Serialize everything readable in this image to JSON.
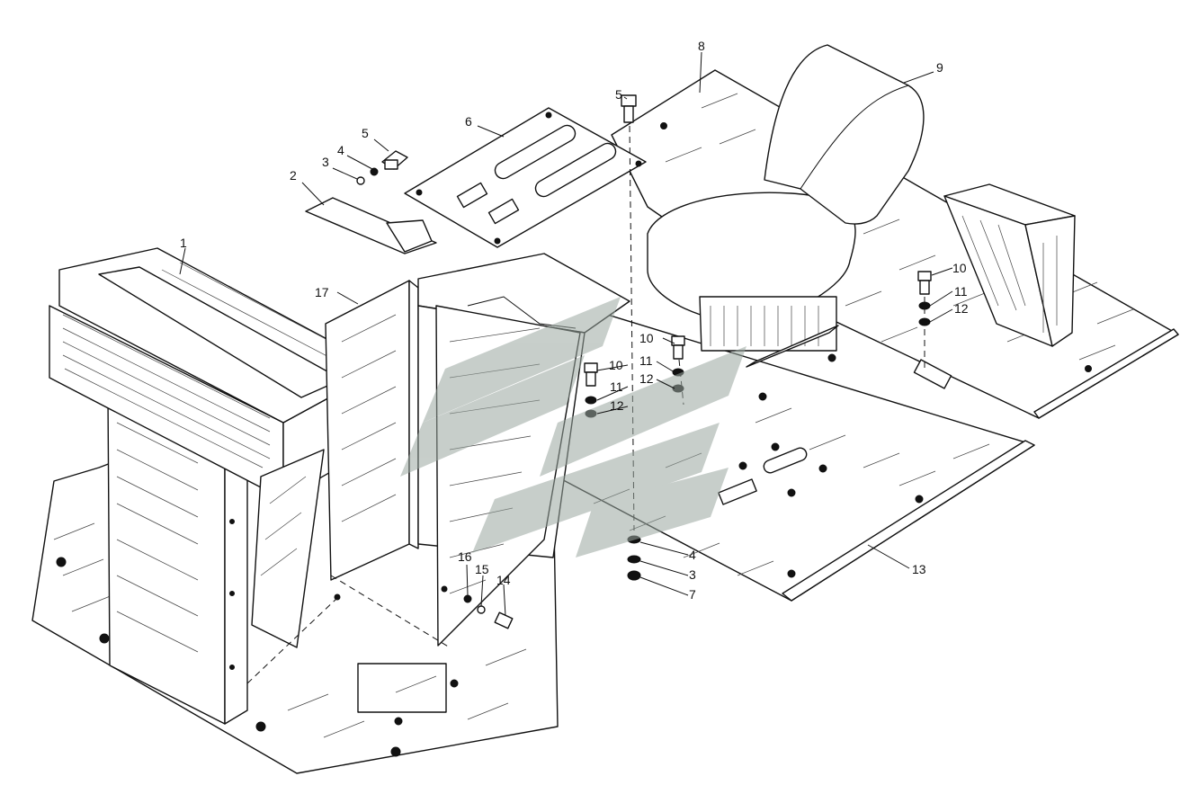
{
  "callouts": [
    {
      "id": "c1",
      "text": "1"
    },
    {
      "id": "c2",
      "text": "2"
    },
    {
      "id": "c3a",
      "text": "3"
    },
    {
      "id": "c4a",
      "text": "4"
    },
    {
      "id": "c5a",
      "text": "5"
    },
    {
      "id": "c5b",
      "text": "5"
    },
    {
      "id": "c6",
      "text": "6"
    },
    {
      "id": "c8",
      "text": "8"
    },
    {
      "id": "c9",
      "text": "9"
    },
    {
      "id": "c10a",
      "text": "10"
    },
    {
      "id": "c11a",
      "text": "11"
    },
    {
      "id": "c12a",
      "text": "12"
    },
    {
      "id": "c10b",
      "text": "10"
    },
    {
      "id": "c11b",
      "text": "11"
    },
    {
      "id": "c12b",
      "text": "12"
    },
    {
      "id": "c10c",
      "text": "10"
    },
    {
      "id": "c11c",
      "text": "11"
    },
    {
      "id": "c12c",
      "text": "12"
    },
    {
      "id": "c17",
      "text": "17"
    },
    {
      "id": "c4b",
      "text": "4"
    },
    {
      "id": "c3b",
      "text": "3"
    },
    {
      "id": "c7",
      "text": "7"
    },
    {
      "id": "c13",
      "text": "13"
    },
    {
      "id": "c14",
      "text": "14"
    },
    {
      "id": "c15",
      "text": "15"
    },
    {
      "id": "c16",
      "text": "16"
    }
  ],
  "colors": {
    "line": "#111111",
    "background": "#ffffff",
    "watermark": "#9aa7a0"
  }
}
